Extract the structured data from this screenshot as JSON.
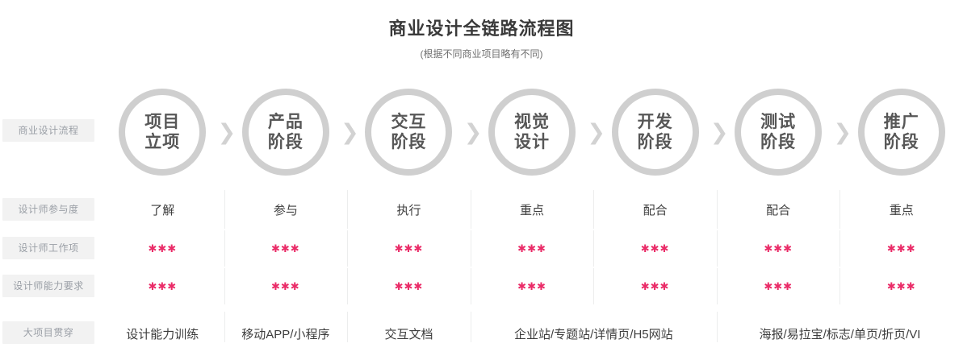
{
  "header": {
    "title": "商业设计全链路流程图",
    "subtitle": "(根据不同商业项目略有不同)"
  },
  "colors": {
    "circle_ring": "#cfcfcf",
    "circle_text": "#575757",
    "label_bg": "#f2f2f2",
    "label_text": "#9a9fa6",
    "star": "#ea2c68",
    "divider": "#eceded",
    "title_text": "#3a3a3a",
    "body_text": "#3d3d3d"
  },
  "rows": {
    "process": {
      "label": "商业设计流程",
      "chevron_icon": "chevron-right-icon",
      "stages": [
        {
          "line1": "项目",
          "line2": "立项"
        },
        {
          "line1": "产品",
          "line2": "阶段"
        },
        {
          "line1": "交互",
          "line2": "阶段"
        },
        {
          "line1": "视觉",
          "line2": "设计"
        },
        {
          "line1": "开发",
          "line2": "阶段"
        },
        {
          "line1": "测试",
          "line2": "阶段"
        },
        {
          "line1": "推广",
          "line2": "阶段"
        }
      ]
    },
    "involvement": {
      "label": "设计师参与度",
      "values": [
        "了解",
        "参与",
        "执行",
        "重点",
        "配合",
        "配合",
        "重点"
      ]
    },
    "workload": {
      "label": "设计师工作项",
      "rating_glyph": "✱✱✱",
      "values": [
        "✱✱✱",
        "✱✱✱",
        "✱✱✱",
        "✱✱✱",
        "✱✱✱",
        "✱✱✱",
        "✱✱✱"
      ],
      "rating_count": [
        3,
        3,
        3,
        3,
        3,
        3,
        3
      ]
    },
    "skills": {
      "label": "设计师能力要求",
      "rating_glyph": "✱✱✱",
      "values": [
        "✱✱✱",
        "✱✱✱",
        "✱✱✱",
        "✱✱✱",
        "✱✱✱",
        "✱✱✱",
        "✱✱✱"
      ],
      "rating_count": [
        3,
        3,
        3,
        3,
        3,
        3,
        3
      ]
    },
    "deliverables": {
      "label": "大项目贯穿",
      "cells": [
        {
          "text": "设计能力训练",
          "span": 1
        },
        {
          "text": "移动APP/小程序",
          "span": 1
        },
        {
          "text": "交互文档",
          "span": 1
        },
        {
          "text": "企业站/专题站/详情页/H5网站",
          "span": 2
        },
        {
          "text": "海报/易拉宝/标志/单页/折页/VI",
          "span": 2
        }
      ]
    }
  }
}
